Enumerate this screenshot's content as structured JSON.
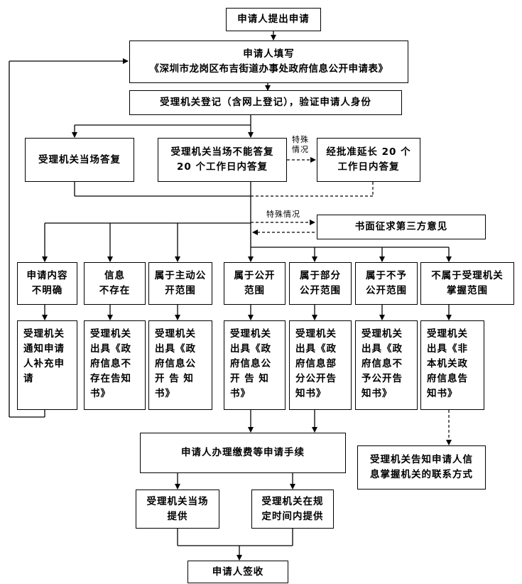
{
  "title_box": "申请人提出申请",
  "fill_form": {
    "line1": "申请人填写",
    "line2": "《深圳市龙岗区布吉街道办事处政府信息公开申请表》"
  },
  "register": "受理机关登记（含网上登记），验证申请人身份",
  "answer_on_site": "受理机关当场答复",
  "answer_20": {
    "line1": "受理机关当场不能答复",
    "line2": "20 个工作日内答复"
  },
  "special_1": {
    "line1": "特殊",
    "line2": "情况"
  },
  "extend_20": {
    "line1": "经批准延长 20 个",
    "line2": "工作日内答复"
  },
  "special_2": "特殊情况",
  "third_party": "书面征求第三方意见",
  "categories": [
    {
      "lines": [
        "申请内容",
        "不明确"
      ]
    },
    {
      "lines": [
        "信息",
        "不存在"
      ]
    },
    {
      "lines": [
        "属于主动公",
        "开范围"
      ]
    },
    {
      "lines": [
        "属于公开",
        "范围"
      ]
    },
    {
      "lines": [
        "属于部分",
        "公开范围"
      ]
    },
    {
      "lines": [
        "属于不予",
        "公开范围"
      ]
    },
    {
      "lines": [
        "不属于受理机关",
        "掌握范围"
      ]
    }
  ],
  "results": [
    {
      "lines": [
        "受理机关",
        "通知申请",
        "人补充申",
        "请"
      ]
    },
    {
      "lines": [
        "受理机关",
        "出具《政",
        "府信息不",
        "存在告知",
        "书》"
      ]
    },
    {
      "lines": [
        "受理机关",
        "出具《政",
        "府信息公",
        "开 告 知",
        "书》"
      ]
    },
    {
      "lines": [
        "受理机关",
        "出具《政",
        "府信息公",
        "开 告 知",
        "书》"
      ]
    },
    {
      "lines": [
        "受理机关",
        "出具《政",
        "府信息部",
        "分公开告",
        "知书》"
      ]
    },
    {
      "lines": [
        "受理机关",
        "出具《政",
        "府信息不",
        "予公开告",
        "知书》"
      ]
    },
    {
      "lines": [
        "受理机关",
        "出具《非",
        "本机关政",
        "府信息告",
        "知书》"
      ]
    }
  ],
  "fees": "申请人办理缴费等申请手续",
  "notify_contact": {
    "line1": "受理机关告知申请人信",
    "line2": "息掌握机关的联系方式"
  },
  "provide_now": {
    "line1": "受理机关当场",
    "line2": "提供"
  },
  "provide_later": {
    "line1": "受理机关在规",
    "line2": "定时间内提供"
  },
  "sign": "申请人签收"
}
